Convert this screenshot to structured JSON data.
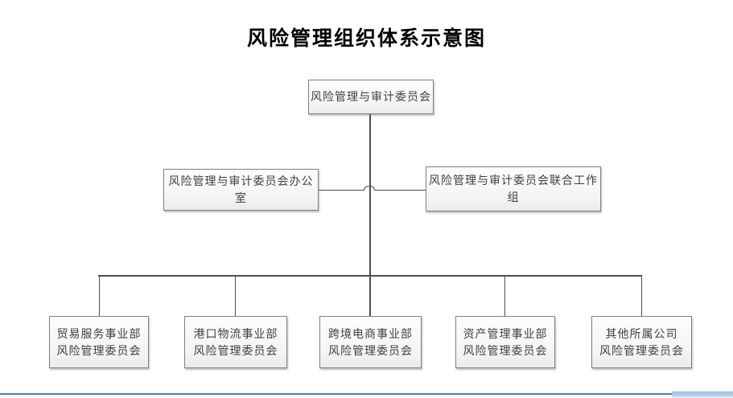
{
  "title": "风险管理组织体系示意图",
  "org_chart": {
    "type": "org-tree",
    "root": {
      "label": "风险管理与审计委员会"
    },
    "office": {
      "label": "风险管理与审计委员会办公室"
    },
    "workgroup": {
      "label": "风险管理与审计委员会联合工作组"
    },
    "subsidiaries": [
      {
        "line1": "贸易服务事业部",
        "line2": "风险管理委员会"
      },
      {
        "line1": "港口物流事业部",
        "line2": "风险管理委员会"
      },
      {
        "line1": "跨境电商事业部",
        "line2": "风险管理委员会"
      },
      {
        "line1": "资产管理事业部",
        "line2": "风险管理委员会"
      },
      {
        "line1": "其他所属公司",
        "line2": "风险管理委员会"
      }
    ]
  },
  "colors": {
    "connector": "#4d4d4d",
    "box_border": "#808080",
    "box_fill_top": "#fdfdfd",
    "box_fill_bottom": "#ebebeb",
    "box_text": "#404040",
    "title_text": "#000000",
    "bottom_rule_blue": "#4a7ebb",
    "bottom_rule_highlight": "#b8cfe8"
  }
}
